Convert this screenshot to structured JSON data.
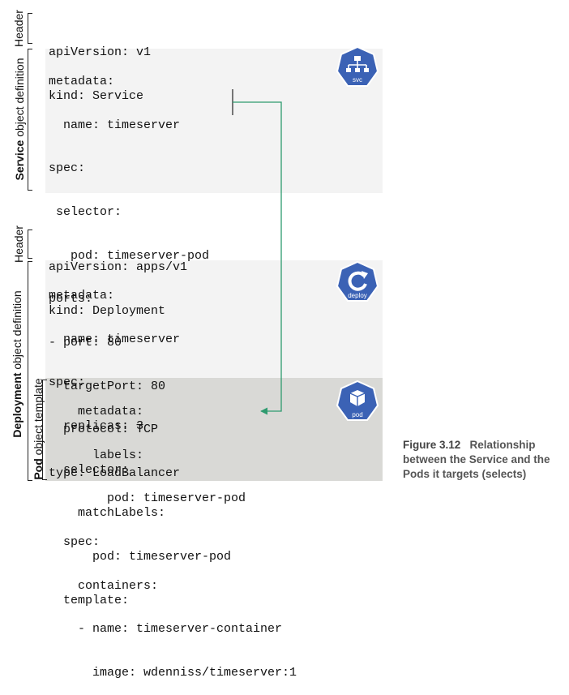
{
  "labels": {
    "header1": "Header",
    "service_def_bold": "Service",
    "service_def_rest": " object definition",
    "header2": "Header",
    "deployment_def_bold": "Deployment",
    "deployment_def_rest": " object definition",
    "pod_template_bold": "Pod",
    "pod_template_rest": " object template"
  },
  "service": {
    "header_lines": [
      "apiVersion: v1",
      "kind: Service"
    ],
    "body_lines": [
      "metadata:",
      "  name: timeserver",
      "spec:",
      " selector:",
      "   pod: timeserver-pod",
      "ports:",
      "- port: 80",
      "  targetPort: 80",
      "  protocol: TCP",
      "type: LoadBalancer"
    ]
  },
  "deployment": {
    "header_lines": [
      "apiVersion: apps/v1",
      "kind: Deployment"
    ],
    "body_lines": [
      "metadata:",
      "  name: timeserver",
      "spec:",
      "  replicas: 3",
      "  selector:",
      "    matchLabels:",
      "      pod: timeserver-pod",
      "  template:"
    ],
    "pod_lines": [
      "    metadata:",
      "      labels:",
      "        pod: timeserver-pod",
      "  spec:",
      "    containers:",
      "    - name: timeserver-container",
      "      image: wdenniss/timeserver:1"
    ]
  },
  "icons": {
    "svc": "svc",
    "deploy": "deploy",
    "pod": "pod",
    "badge_color": "#3b62b5",
    "connector_color": "#2e9b6f"
  },
  "caption": {
    "figure": "Figure 3.12",
    "text": "Relationship between the Service and the Pods it targets (selects)"
  }
}
